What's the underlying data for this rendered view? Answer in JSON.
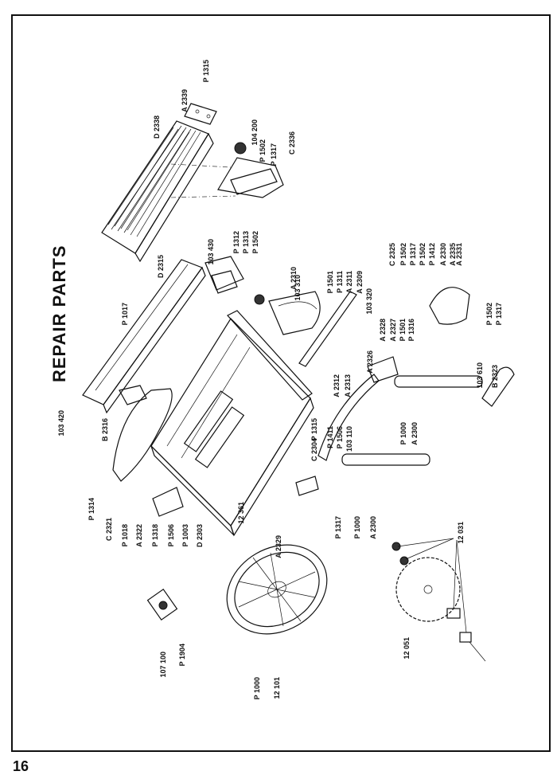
{
  "title": "REPAIR PARTS",
  "page_number": "16",
  "callouts": [
    {
      "letter": "A",
      "number": "2339"
    },
    {
      "letter": "P",
      "number": "1315"
    },
    {
      "letter": "D",
      "number": "2338"
    },
    {
      "letter": "",
      "number": "104 200"
    },
    {
      "letter": "P",
      "number": "1502"
    },
    {
      "letter": "P",
      "number": "1317"
    },
    {
      "letter": "C",
      "number": "2336"
    },
    {
      "letter": "",
      "number": "103 430"
    },
    {
      "letter": "D",
      "number": "2315"
    },
    {
      "letter": "P",
      "number": "1312"
    },
    {
      "letter": "P",
      "number": "1313"
    },
    {
      "letter": "P",
      "number": "1502"
    },
    {
      "letter": "P",
      "number": "1017"
    },
    {
      "letter": "A",
      "number": "2310"
    },
    {
      "letter": "",
      "number": "103 310"
    },
    {
      "letter": "P",
      "number": "1501"
    },
    {
      "letter": "P",
      "number": "1311"
    },
    {
      "letter": "A",
      "number": "2311"
    },
    {
      "letter": "A",
      "number": "2309"
    },
    {
      "letter": "",
      "number": "103 320"
    },
    {
      "letter": "C",
      "number": "2325"
    },
    {
      "letter": "P",
      "number": "1502"
    },
    {
      "letter": "P",
      "number": "1317"
    },
    {
      "letter": "P",
      "number": "1502"
    },
    {
      "letter": "P",
      "number": "1412"
    },
    {
      "letter": "A",
      "number": "2330"
    },
    {
      "letter": "A",
      "number": "2335"
    },
    {
      "letter": "A",
      "number": "2331"
    },
    {
      "letter": "A",
      "number": "2328"
    },
    {
      "letter": "A",
      "number": "2327"
    },
    {
      "letter": "P",
      "number": "1501"
    },
    {
      "letter": "P",
      "number": "1316"
    },
    {
      "letter": "A",
      "number": "2326"
    },
    {
      "letter": "A",
      "number": "2313"
    },
    {
      "letter": "A",
      "number": "2312"
    },
    {
      "letter": "P",
      "number": "1502"
    },
    {
      "letter": "P",
      "number": "1317"
    },
    {
      "letter": "",
      "number": "103 610"
    },
    {
      "letter": "B",
      "number": "2323"
    },
    {
      "letter": "",
      "number": "103 420"
    },
    {
      "letter": "B",
      "number": "2316"
    },
    {
      "letter": "P",
      "number": "1315"
    },
    {
      "letter": "C",
      "number": "2304"
    },
    {
      "letter": "P",
      "number": "1411"
    },
    {
      "letter": "P",
      "number": "1506"
    },
    {
      "letter": "",
      "number": "103 110"
    },
    {
      "letter": "P",
      "number": "1000"
    },
    {
      "letter": "A",
      "number": "2300"
    },
    {
      "letter": "P",
      "number": "1314"
    },
    {
      "letter": "C",
      "number": "2321"
    },
    {
      "letter": "P",
      "number": "1018"
    },
    {
      "letter": "A",
      "number": "2322"
    },
    {
      "letter": "P",
      "number": "1318"
    },
    {
      "letter": "P",
      "number": "1506"
    },
    {
      "letter": "P",
      "number": "1003"
    },
    {
      "letter": "D",
      "number": "2303"
    },
    {
      "letter": "",
      "number": "12 361"
    },
    {
      "letter": "A",
      "number": "2329"
    },
    {
      "letter": "P",
      "number": "1317"
    },
    {
      "letter": "P",
      "number": "1000"
    },
    {
      "letter": "A",
      "number": "2300"
    },
    {
      "letter": "",
      "number": "107 100"
    },
    {
      "letter": "P",
      "number": "1904"
    },
    {
      "letter": "P",
      "number": "1000"
    },
    {
      "letter": "",
      "number": "12 101"
    },
    {
      "letter": "",
      "number": "12 031"
    },
    {
      "letter": "",
      "number": "12 051"
    }
  ]
}
